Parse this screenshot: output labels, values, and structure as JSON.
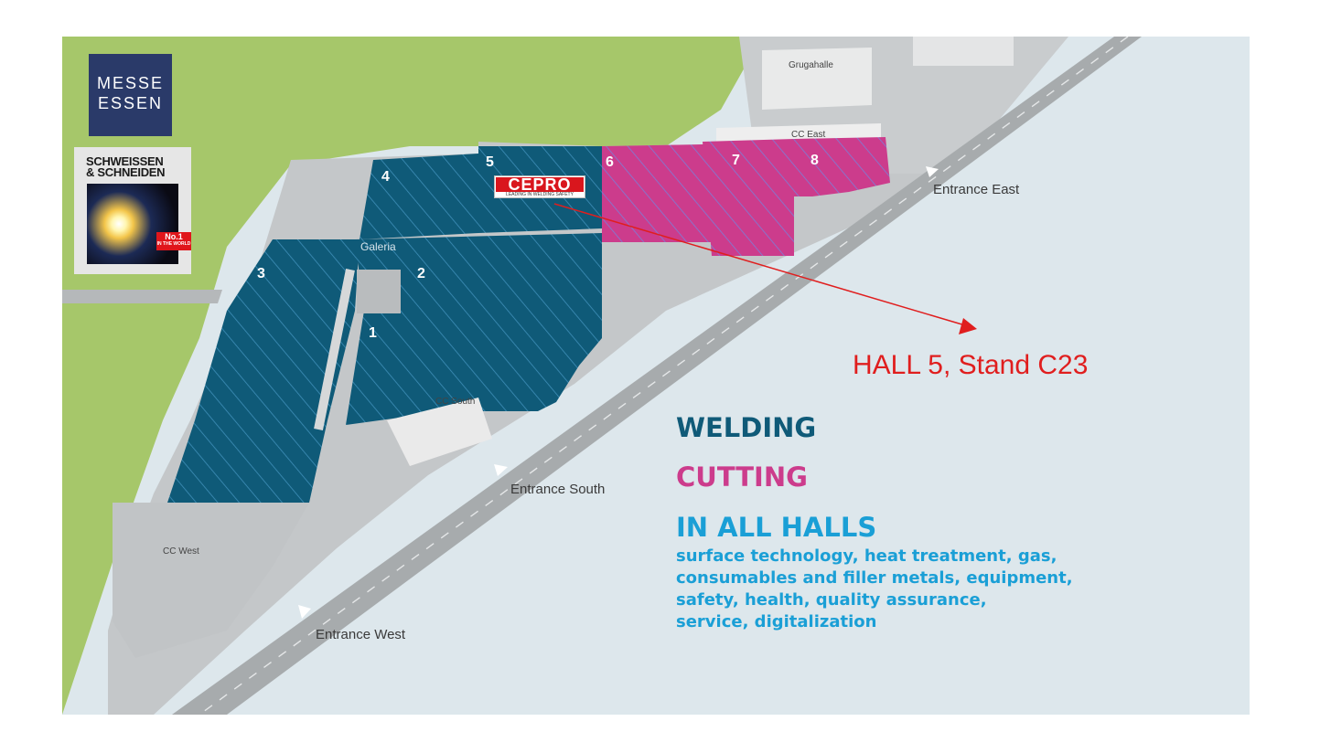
{
  "logos": {
    "messe": {
      "line1": "MESSE",
      "line2": "ESSEN"
    },
    "schweissen": {
      "line1": "SCHWEISSEN",
      "line2": "& SCHNEIDEN",
      "badge_top": "No.1",
      "badge_bottom": "IN THE WORLD"
    },
    "exhibitor": {
      "word": "CEPRO",
      "tagline": "LEADING IN WELDING SAFETY"
    }
  },
  "halls": [
    {
      "num": "1",
      "category": "welding"
    },
    {
      "num": "2",
      "category": "welding"
    },
    {
      "num": "3",
      "category": "welding"
    },
    {
      "num": "4",
      "category": "welding"
    },
    {
      "num": "5",
      "category": "welding"
    },
    {
      "num": "6",
      "category": "cutting"
    },
    {
      "num": "7",
      "category": "cutting"
    },
    {
      "num": "8",
      "category": "cutting"
    }
  ],
  "places": {
    "grugahalle": "Grugahalle",
    "cc_east": "CC East",
    "cc_south": "CC South",
    "cc_west": "CC West",
    "galeria": "Galeria"
  },
  "entrances": {
    "east": "Entrance East",
    "south": "Entrance South",
    "west": "Entrance West"
  },
  "callout": "HALL 5, Stand C23",
  "legend": {
    "welding": "WELDING",
    "cutting": "CUTTING",
    "all_halls": "IN ALL HALLS",
    "description": [
      "surface technology, heat treatment, gas,",
      "consumables and filler metals, equipment,",
      "safety, health, quality assurance,",
      "service, digitalization"
    ]
  },
  "colors": {
    "welding": "#0f5a78",
    "cutting": "#cc3c8c",
    "all_halls": "#1a9fd6",
    "callout": "#e01e1e",
    "grass": "#a6c76a",
    "ground": "#dde7ec",
    "pavement": "#c4c7c9"
  }
}
